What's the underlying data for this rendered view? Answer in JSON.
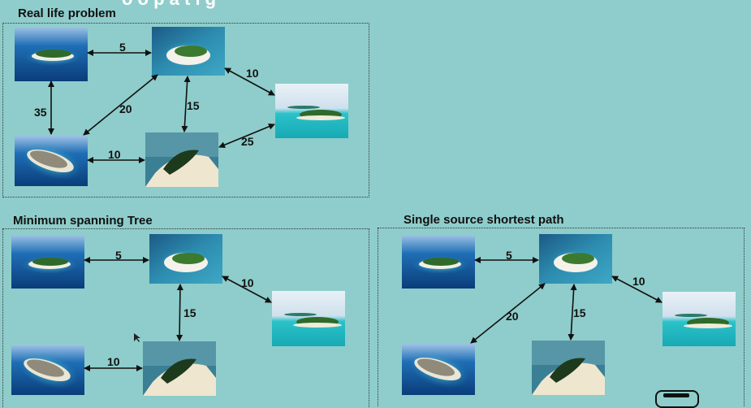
{
  "header": {
    "partial_text": "o o p a t i g"
  },
  "panels": {
    "real": {
      "title": "Real life problem"
    },
    "mst": {
      "title": "Minimum spanning Tree"
    },
    "sssp": {
      "title": "Single source shortest path"
    }
  },
  "edges": {
    "real": [
      "5",
      "10",
      "35",
      "20",
      "15",
      "25",
      "10"
    ],
    "mst": [
      "5",
      "10",
      "15",
      "10"
    ],
    "sssp": [
      "5",
      "10",
      "20",
      "15"
    ]
  },
  "icons": [
    "island-photo",
    "double-arrow"
  ],
  "colors": {
    "background": "#8ecdcb",
    "border": "#333333"
  }
}
